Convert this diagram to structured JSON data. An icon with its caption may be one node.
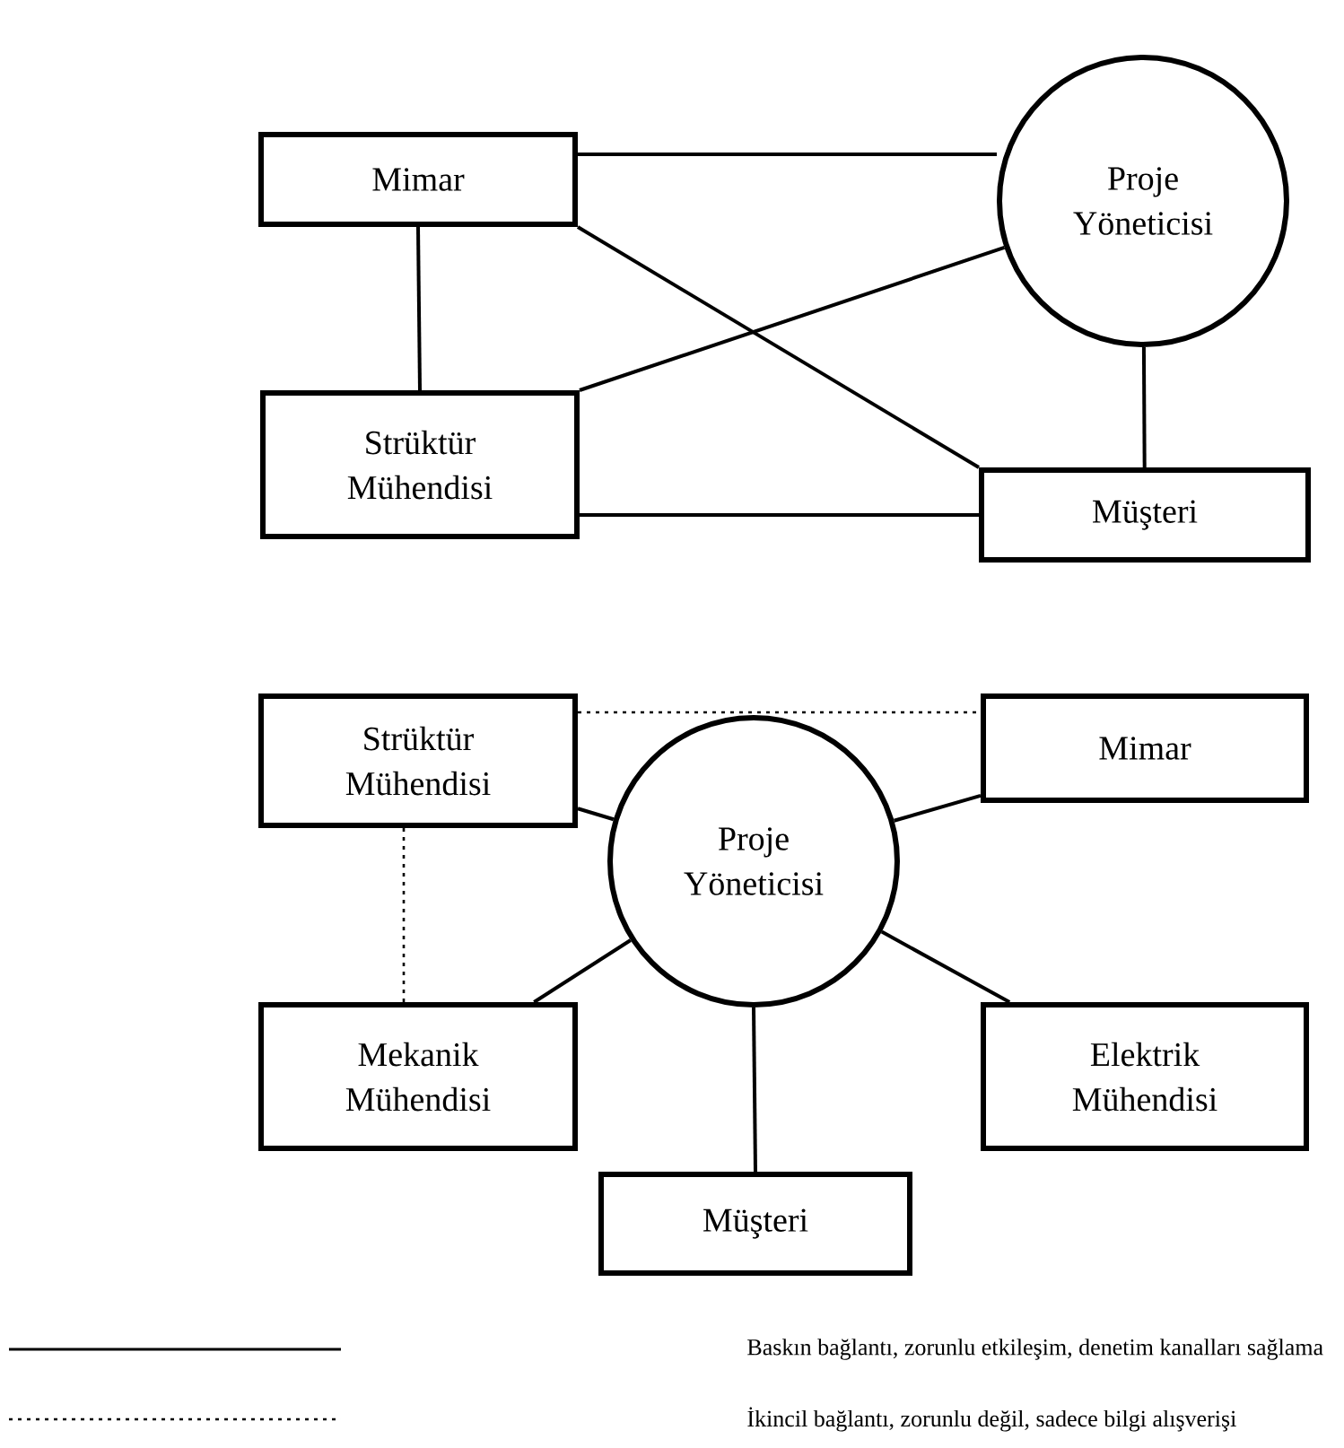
{
  "diagram": {
    "nodes": [
      {
        "text": [
          "Mimar"
        ]
      },
      {
        "text": [
          "Proje Yöneticisi"
        ]
      },
      {
        "text": [
          "Strüktür Mühendisi"
        ]
      },
      {
        "text": [
          "Müşteri"
        ]
      },
      {
        "text": [
          "Strüktür Mühendisi"
        ]
      },
      {
        "text": [
          "Mimar"
        ]
      },
      {
        "text": [
          "Proje Yöneticisi"
        ]
      },
      {
        "text": [
          "Mekanik Mühendisi"
        ]
      },
      {
        "text": [
          "Elektrik Mühendisi"
        ]
      },
      {
        "text": [
          "Müşteri"
        ]
      }
    ],
    "edges": [
      {
        "from": 0,
        "to": 1,
        "arrow": "none"
      },
      {
        "from": 0,
        "to": 2,
        "arrow": "none"
      },
      {
        "from": 0,
        "to": 3,
        "arrow": "none"
      },
      {
        "from": 2,
        "to": 1,
        "arrow": "none"
      },
      {
        "from": 2,
        "to": 3,
        "arrow": "none"
      },
      {
        "from": 1,
        "to": 3,
        "arrow": "none"
      },
      {
        "from": 4,
        "to": 5,
        "arrow": "none",
        "style": "dashed"
      },
      {
        "from": 4,
        "to": 6,
        "arrow": "none"
      },
      {
        "from": 5,
        "to": 6,
        "arrow": "none"
      },
      {
        "from": 4,
        "to": 7,
        "arrow": "none",
        "style": "dashed"
      },
      {
        "from": 7,
        "to": 6,
        "arrow": "none"
      },
      {
        "from": 8,
        "to": 6,
        "arrow": "none"
      },
      {
        "from": 9,
        "to": 6,
        "arrow": "none"
      }
    ],
    "legend": [
      {
        "text": "Baskın bağlantı, zorunlu etkileşim, denetim kanalları sağlama"
      },
      {
        "text": "İkincil bağlantı, zorunlu değil, sadece bilgi alışverişi"
      }
    ]
  }
}
